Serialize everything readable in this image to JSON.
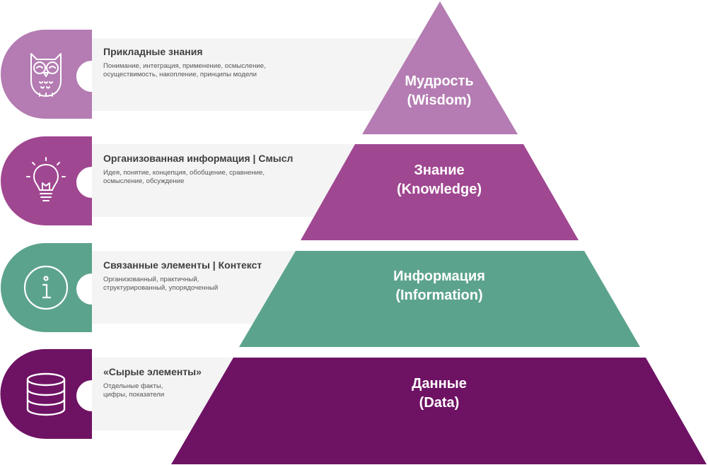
{
  "colors": {
    "wisdom": "#b47cb2",
    "knowledge": "#a04791",
    "information": "#5ca38d",
    "data": "#6e1264",
    "panel": "#f4f4f4",
    "white": "#ffffff"
  },
  "levels": [
    {
      "key": "wisdom",
      "pyramid_label": [
        "Мудрость",
        "(Wisdom)"
      ],
      "title": "Прикладные знания",
      "description": [
        "Понимание, интеграция, применение, осмысление,",
        "осуществимость, накопление, принципы модели"
      ],
      "icon": "owl-icon"
    },
    {
      "key": "knowledge",
      "pyramid_label": [
        "Знание",
        "(Knowledge)"
      ],
      "title": "Организованная информация | Смысл",
      "description": [
        "Идея, понятие, концепция, обобщение, сравнение,",
        "осмысление, обсуждение"
      ],
      "icon": "lightbulb-icon"
    },
    {
      "key": "information",
      "pyramid_label": [
        "Информация",
        "(Information)"
      ],
      "title": "Связанные элементы | Контекст",
      "description": [
        "Организованный, практичный,",
        "структурированный, упорядоченный"
      ],
      "icon": "info-icon"
    },
    {
      "key": "data",
      "pyramid_label": [
        "Данные",
        "(Data)"
      ],
      "title": "«Сырые элементы»",
      "description": [
        "Отдельные факты,",
        "цифры, показатели"
      ],
      "icon": "database-icon"
    }
  ]
}
